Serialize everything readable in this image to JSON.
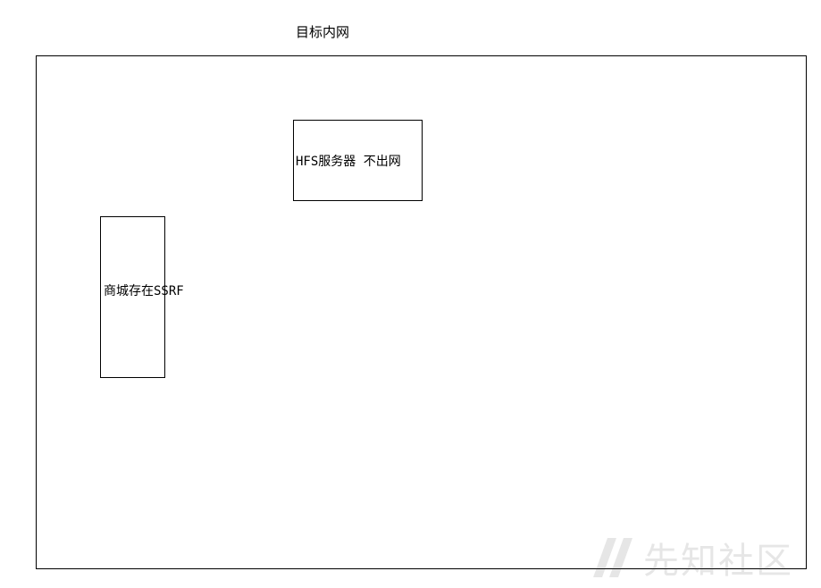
{
  "diagram": {
    "title": "目标内网",
    "nodes": [
      {
        "id": "hfs-server",
        "label": "HFS服务器 不出网"
      },
      {
        "id": "mall",
        "label": "商城存在SSRF"
      }
    ]
  },
  "watermark": {
    "text": "先知社区",
    "icon": "xianzhi-logo-icon",
    "color": "#444444"
  }
}
